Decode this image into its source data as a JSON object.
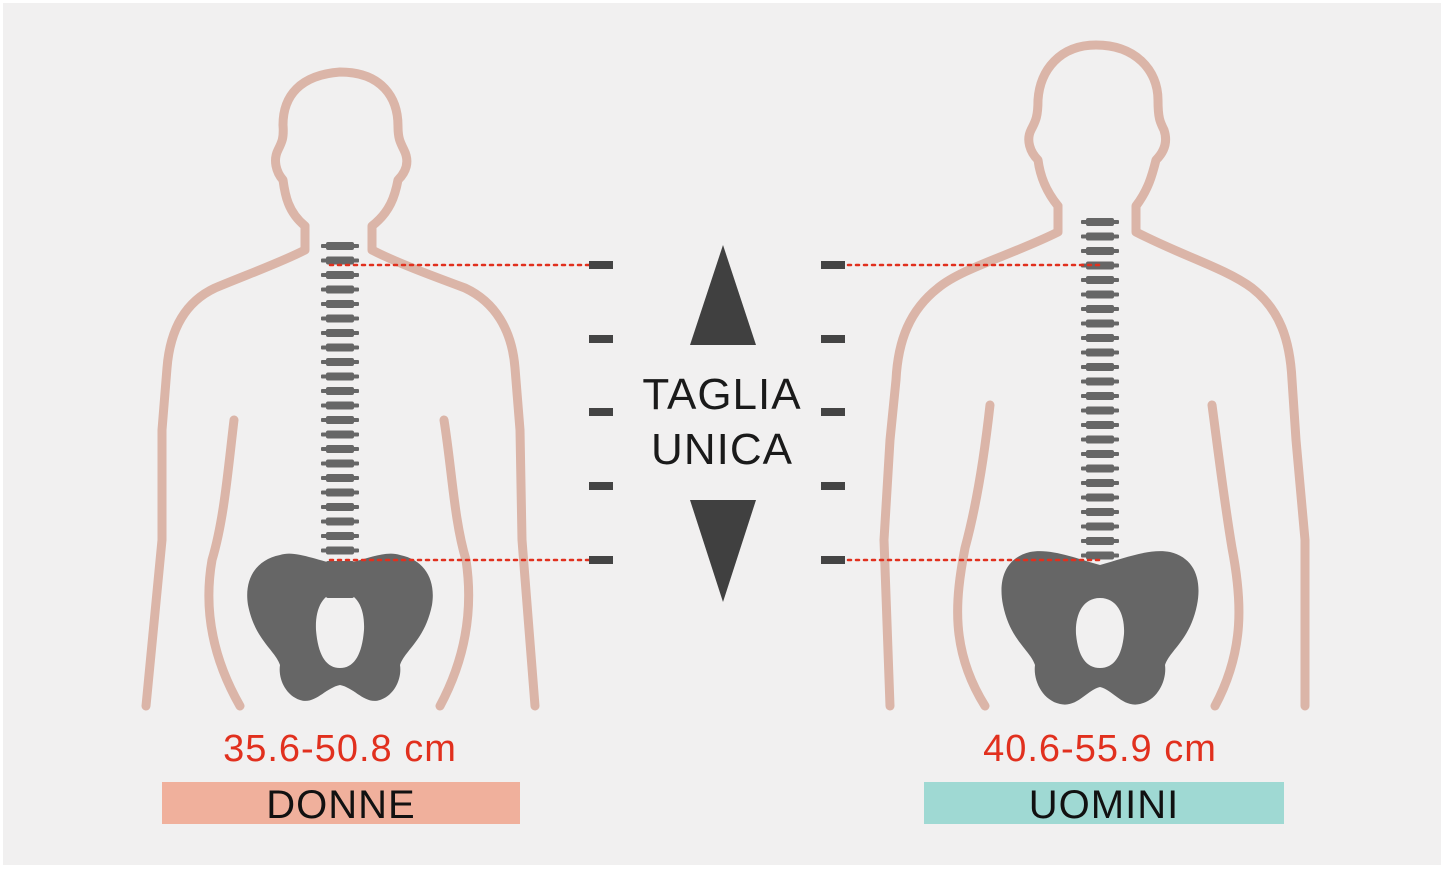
{
  "center": {
    "line1": "TAGLIA",
    "line2": "UNICA",
    "arrow_color": "#404040"
  },
  "women": {
    "range": "35.6-50.8 cm",
    "label": "DONNE",
    "band_color": "#f0b09c"
  },
  "men": {
    "range": "40.6-55.9 cm",
    "label": "UOMINI",
    "band_color": "#9fd9d3"
  },
  "colors": {
    "background": "#f1f0f0",
    "outline": "#dbb5a8",
    "bone": "#666666",
    "guide_line": "#e1301e",
    "tick": "#444444"
  },
  "icons": [
    "female-silhouette-icon",
    "male-silhouette-icon",
    "spine-icon",
    "pelvis-icon",
    "arrow-up-icon",
    "arrow-down-icon"
  ]
}
